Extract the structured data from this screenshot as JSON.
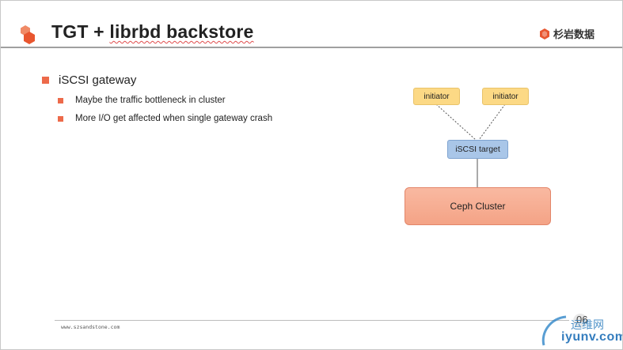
{
  "header": {
    "title_prefix": "TGT + ",
    "title_squiggled": "librbd backstore",
    "logo_text": "杉岩数据",
    "icon": "orange-cubes-icon",
    "accent": "#ed6a4a"
  },
  "content": {
    "bullet": "iSCSI gateway",
    "subbullets": [
      "Maybe the traffic bottleneck in cluster",
      "More I/O get affected when single gateway crash"
    ]
  },
  "diagram": {
    "initiators": [
      "initiator",
      "initiator"
    ],
    "target": "iSCSI target",
    "cluster": "Ceph Cluster",
    "colors": {
      "initiator": "#fcd985",
      "target": "#a9c6e8",
      "cluster": "#f6ad92"
    }
  },
  "footer": {
    "url": "www.szsandstone.com",
    "page_number": "06"
  },
  "watermark": {
    "chinese": "运维网",
    "domain": "iyunv.com"
  }
}
